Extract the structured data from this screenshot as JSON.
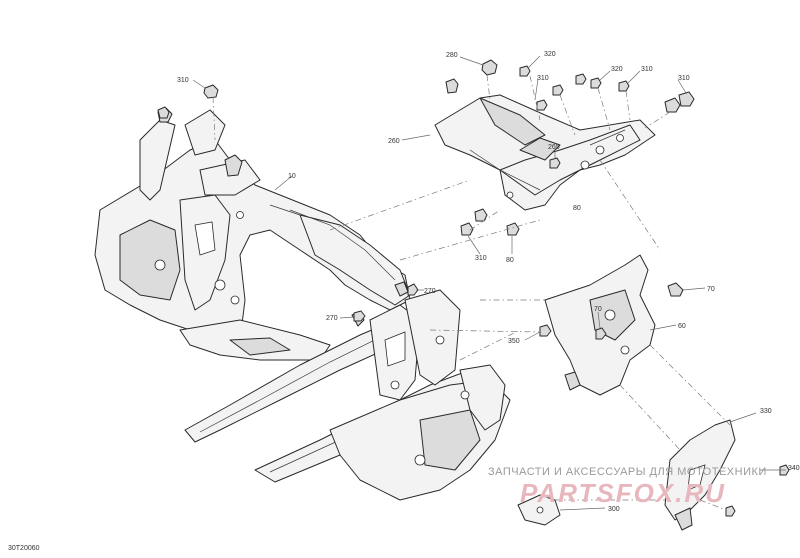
{
  "diagram": {
    "code": "30T20060",
    "callouts": {
      "c10": "10",
      "c60": "60",
      "c70a": "70",
      "c70b": "70",
      "c80a": "80",
      "c80b": "80",
      "c260": "260",
      "c265": "265",
      "c270a": "270",
      "c270b": "270",
      "c280": "280",
      "c300": "300",
      "c310a": "310",
      "c310b": "310",
      "c310c": "310",
      "c310d": "310",
      "c310e": "310",
      "c320a": "320",
      "c320b": "320",
      "c330": "330",
      "c340": "340",
      "c350": "350"
    },
    "watermark": {
      "line1": "ЗАПЧАСТИ И АКСЕССУАРЫ ДЛЯ МОТОТЕХНИКИ",
      "line2": "PARTSFOX.RU"
    }
  }
}
